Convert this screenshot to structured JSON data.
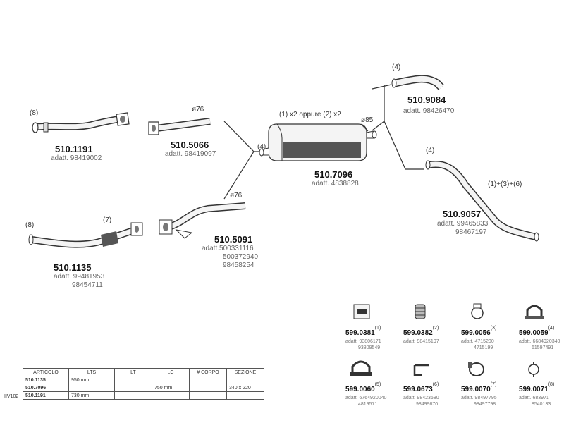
{
  "parts": {
    "p5101191": {
      "code": "510.1191",
      "note": "(8)",
      "adatt": [
        "adatt. 98419002"
      ]
    },
    "p5105066": {
      "code": "510.5066",
      "note": "ø76",
      "adatt": [
        "adatt. 98419097"
      ]
    },
    "p5107096": {
      "code": "510.7096",
      "note": "(1) x2 oppure (2) x2",
      "note2": "(4)",
      "note3": "ø85",
      "adatt": [
        "adatt. 4838828"
      ]
    },
    "p5109084": {
      "code": "510.9084",
      "note": "(4)",
      "adatt": [
        "adatt. 98426470"
      ]
    },
    "p5109057": {
      "code": "510.9057",
      "note": "(4)",
      "note2": "(1)+(3)+(6)",
      "adatt": [
        "adatt. 99465833",
        "98467197"
      ]
    },
    "p5101135": {
      "code": "510.1135",
      "note": "(8)",
      "note2": "(7)",
      "adatt": [
        "adatt. 99481953",
        "98454711"
      ]
    },
    "p5105091": {
      "code": "510.5091",
      "note": "ø76",
      "adatt": [
        "adatt.500331116",
        "500372940",
        "98458254"
      ]
    }
  },
  "small_parts": [
    {
      "code": "599.0381",
      "num": "(1)",
      "adatt": [
        "adatt. 93806171",
        "93809549"
      ],
      "icon": "clamp-block-icon"
    },
    {
      "code": "599.0382",
      "num": "(2)",
      "adatt": [
        "adatt. 98415197"
      ],
      "icon": "gasket-ring-icon"
    },
    {
      "code": "599.0056",
      "num": "(3)",
      "adatt": [
        "adatt. 4715200",
        "4715199"
      ],
      "icon": "hanger-ring-icon"
    },
    {
      "code": "599.0059",
      "num": "(4)",
      "adatt": [
        "adatt. 6684920340",
        "61597491"
      ],
      "icon": "u-clamp-icon"
    },
    {
      "code": "599.0060",
      "num": "(5)",
      "adatt": [
        "adatt. 6764920040",
        "4819571"
      ],
      "icon": "saddle-clamp-icon"
    },
    {
      "code": "599.0673",
      "num": "(6)",
      "adatt": [
        "adatt. 98423680",
        "98499870"
      ],
      "icon": "bracket-icon"
    },
    {
      "code": "599.0070",
      "num": "(7)",
      "adatt": [
        "adatt. 98497795",
        "98497798"
      ],
      "icon": "band-clamp-icon"
    },
    {
      "code": "599.0071",
      "num": "(8)",
      "adatt": [
        "adatt. 683971",
        "8540133"
      ],
      "icon": "flange-ring-icon"
    }
  ],
  "table": {
    "side_label": "IIV102",
    "headers": [
      "ARTICOLO",
      "LTS",
      "LT",
      "LC",
      "# CORPO",
      "SEZIONE"
    ],
    "rows": [
      [
        "510.1135",
        "950 mm",
        "",
        "",
        "",
        ""
      ],
      [
        "510.7096",
        "",
        "",
        "750 mm",
        "",
        "340 x 220"
      ],
      [
        "510.1191",
        "730 mm",
        "",
        "",
        "",
        ""
      ]
    ]
  },
  "colors": {
    "line": "#333333",
    "fill_light": "#f4f4f4",
    "fill_dark": "#444444"
  }
}
